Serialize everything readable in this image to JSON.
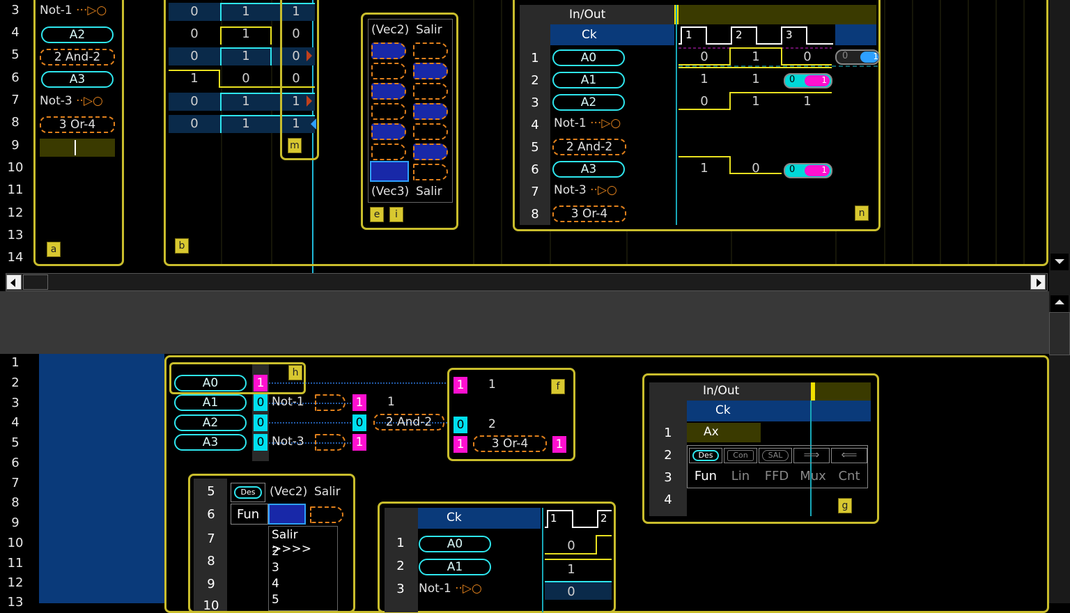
{
  "top_gutter": [
    "3",
    "4",
    "5",
    "6",
    "7",
    "8",
    "9",
    "10",
    "11",
    "12",
    "13",
    "14"
  ],
  "bottom_gutter": [
    "1",
    "2",
    "3",
    "4",
    "5",
    "6",
    "7",
    "8",
    "9",
    "10",
    "11",
    "12",
    "13"
  ],
  "panel_a": {
    "items": [
      "Not-1",
      "A2",
      "2 And-2",
      "A3",
      "Not-3",
      "3 Or-4"
    ],
    "tag": "a"
  },
  "panel_b": {
    "tag": "b",
    "m_tag": "m",
    "rows": [
      [
        "0",
        "1",
        "1"
      ],
      [
        "0",
        "1",
        "0"
      ],
      [
        "0",
        "1",
        "0"
      ],
      [
        "1",
        "0",
        "0"
      ],
      [
        "0",
        "1",
        "1"
      ],
      [
        "0",
        "1",
        "1"
      ]
    ]
  },
  "panel_ei": {
    "header_left": "(Vec2)",
    "header_right": "Salir",
    "footer_left": "(Vec3)",
    "footer_right": "Salir",
    "tag_e": "e",
    "tag_i": "i"
  },
  "panel_n": {
    "inout": "In/Out",
    "ck": "Ck",
    "clock_marks": [
      "1",
      "2",
      "3"
    ],
    "rows": [
      "1",
      "2",
      "3",
      "4",
      "5",
      "6",
      "7",
      "8"
    ],
    "items": [
      "A0",
      "A1",
      "A2",
      "Not-1",
      "2 And-2",
      "A3",
      "Not-3",
      "3 Or-4"
    ],
    "vals": {
      "r1": [
        "0",
        "1",
        "0"
      ],
      "r2": [
        "1",
        "1"
      ],
      "r3": [
        "0",
        "1",
        "1"
      ],
      "r6": [
        "1",
        "0"
      ]
    },
    "pill_a": "0",
    "pill_b": "1",
    "pill_c": "1",
    "tag": "n"
  },
  "panel_h": {
    "inputs": [
      "A0",
      "A1",
      "A2",
      "A3"
    ],
    "bits": [
      "1",
      "0",
      "0",
      "0"
    ],
    "not1": "Not-1",
    "not3": "Not-3",
    "and2": "2 And-2",
    "n1": "1",
    "n2": "2",
    "tag": "h",
    "mid_bits": [
      "1",
      "0",
      "1"
    ]
  },
  "panel_f": {
    "bits": [
      "1",
      "0",
      "1"
    ],
    "n1": "1",
    "n2": "2",
    "or4": "3 Or-4",
    "out": "1",
    "tag": "f"
  },
  "panel_g": {
    "inout": "In/Out",
    "ck": "Ck",
    "rows": [
      "1",
      "2",
      "3",
      "4"
    ],
    "input_value": "Ax",
    "tabs": [
      "Des",
      "Con",
      "SAL"
    ],
    "fun_row": [
      "Fun",
      "Lin",
      "FFD",
      "Mux",
      "Cnt"
    ],
    "tag": "g"
  },
  "panel_menu": {
    "rows": [
      "5",
      "6",
      "7",
      "8",
      "9",
      "10"
    ],
    "des": "Des",
    "vec2": "(Vec2)",
    "salir": "Salir",
    "fun": "Fun",
    "menu": [
      "Salir >>>>",
      "2",
      "3",
      "4",
      "5"
    ]
  },
  "panel_ck": {
    "ck": "Ck",
    "marks": [
      "1",
      "2"
    ],
    "rows": [
      "1",
      "2",
      "3"
    ],
    "items": [
      "A0",
      "A1",
      "Not-1"
    ],
    "vals": [
      "0",
      "1",
      "0"
    ]
  }
}
